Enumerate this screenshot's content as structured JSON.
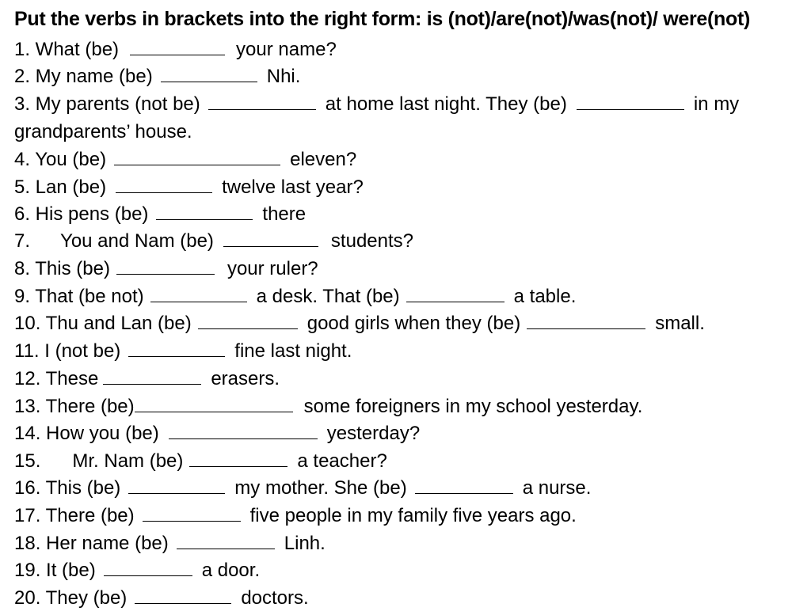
{
  "title": "Put the verbs in brackets into the right form: is (not)/are(not)/was(not)/ were(not)",
  "items": {
    "q1": {
      "a": "1. What (be)",
      "b": "your name?"
    },
    "q2": {
      "a": "2. My name (be)",
      "b": "Nhi."
    },
    "q3": {
      "a": "3. My parents (not be)",
      "b": "at home last night. They (be)",
      "c": "in my"
    },
    "q3b": {
      "a": "grandparents’ house."
    },
    "q4": {
      "a": "4. You (be)",
      "b": "eleven?"
    },
    "q5": {
      "a": "5. Lan (be)",
      "b": "twelve last year?"
    },
    "q6": {
      "a": "6. His pens (be)",
      "b": "there"
    },
    "q7": {
      "a": "7.",
      "a2": "You and Nam (be)",
      "b": "students?"
    },
    "q8": {
      "a": "8. This (be)",
      "b": "your ruler?"
    },
    "q9": {
      "a": "9. That (be not)",
      "b": "a desk. That (be)",
      "c": "a table."
    },
    "q10": {
      "a": "10. Thu and Lan (be)",
      "b": "good girls when they (be)",
      "c": "small."
    },
    "q11": {
      "a": "11. I (not be)",
      "b": "fine last night."
    },
    "q12": {
      "a": "12. These",
      "b": "erasers."
    },
    "q13": {
      "a": "13. There (be)",
      "b": "some foreigners in my school yesterday."
    },
    "q14": {
      "a": "14. How you (be)",
      "b": "yesterday?"
    },
    "q15": {
      "a": "15.",
      "a2": "Mr. Nam (be)",
      "b": "a teacher?"
    },
    "q16": {
      "a": "16. This (be)",
      "b": "my mother. She (be)",
      "c": "a nurse."
    },
    "q17": {
      "a": "17. There (be)",
      "b": "five people in my family five years ago."
    },
    "q18": {
      "a": "18. Her name (be)",
      "b": "Linh."
    },
    "q19": {
      "a": "19. It (be)",
      "b": "a door."
    },
    "q20": {
      "a": "20. They (be)",
      "b": "doctors."
    }
  }
}
